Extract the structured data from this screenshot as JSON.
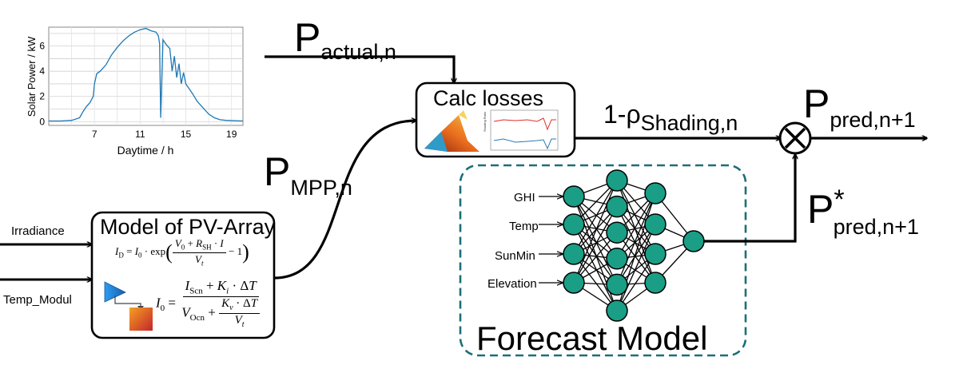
{
  "chart_data": {
    "type": "line",
    "title": "",
    "xlabel": "Daytime / h",
    "ylabel": "Solar Power / kW",
    "xlim": [
      3,
      20
    ],
    "ylim": [
      -0.3,
      7.5
    ],
    "xticks": [
      "7",
      "11",
      "15",
      "19"
    ],
    "yticks": [
      "0",
      "2",
      "4",
      "6"
    ],
    "grid": true,
    "series": [
      {
        "color": "#1f77b4",
        "x": [
          3,
          4,
          5,
          5.7,
          6.0,
          6.3,
          6.6,
          6.9,
          7.0,
          7.2,
          7.5,
          8.0,
          8.5,
          9.0,
          9.5,
          10.0,
          10.5,
          11.0,
          11.5,
          12.0,
          12.4,
          12.6,
          12.7,
          12.8,
          13.0,
          13.3,
          13.6,
          13.8,
          14.0,
          14.2,
          14.4,
          14.6,
          14.8,
          15.0,
          15.3,
          15.6,
          16.0,
          16.5,
          17.0,
          17.5,
          18.0,
          18.5,
          20
        ],
        "y": [
          0.05,
          0.05,
          0.1,
          0.3,
          0.8,
          1.2,
          1.5,
          2.0,
          3.0,
          3.8,
          4.0,
          4.5,
          5.3,
          5.9,
          6.4,
          6.8,
          7.1,
          7.3,
          7.4,
          7.2,
          7.1,
          6.8,
          6.2,
          0.3,
          6.5,
          6.1,
          5.8,
          4.0,
          5.2,
          3.5,
          4.6,
          3.0,
          3.9,
          3.0,
          2.6,
          2.2,
          1.6,
          1.1,
          0.6,
          0.3,
          0.15,
          0.1,
          0.05
        ]
      }
    ]
  },
  "labels": {
    "p_actual": {
      "main": "P",
      "sub": "actual,n"
    },
    "p_mpp": {
      "main": "P",
      "sub": "MPP,n"
    },
    "one_minus_rho": {
      "main": "1-ρ",
      "sub": "Shading,n"
    },
    "p_pred": {
      "main": "P",
      "sub": "pred,n+1"
    },
    "p_pred_star": {
      "main": "P",
      "sup": "*",
      "sub": "pred,n+1"
    }
  },
  "calc_box": {
    "title": "Calc losses"
  },
  "pv_box": {
    "title": "Model of PV-Array"
  },
  "inputs": {
    "irradiance": "Irradiance",
    "temp_modul": "Temp_Modul"
  },
  "forecast": {
    "title": "Forecast Model",
    "inputs": [
      "GHI",
      "Temp",
      "SunMin",
      "Elevation"
    ]
  },
  "colors": {
    "line_blue": "#1f77b4",
    "node_teal": "#1a9e86",
    "dash_teal": "#1b6f78",
    "red_line": "#e0302a"
  }
}
